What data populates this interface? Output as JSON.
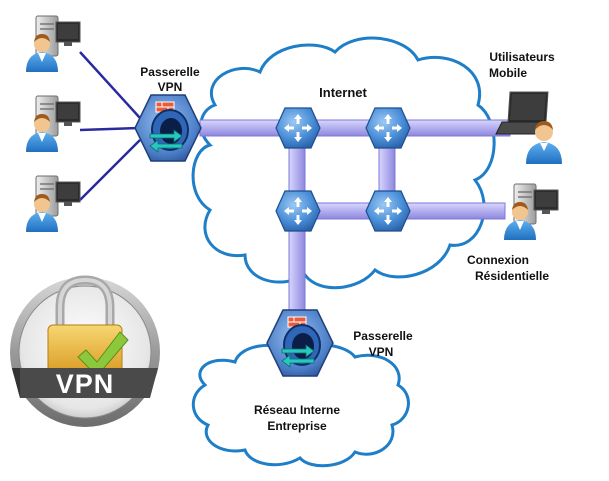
{
  "labels": {
    "gateway_top_line1": "Passerelle",
    "gateway_top_line2": "VPN",
    "internet": "Internet",
    "mobile_line1": "Utilisateurs",
    "mobile_line2": "Mobile",
    "residential_line1": "Connexion",
    "residential_line2": "Résidentielle",
    "gateway_bottom_line1": "Passerelle",
    "gateway_bottom_line2": "VPN",
    "lan_line1": "Réseau Interne",
    "lan_line2": "Entreprise",
    "badge": "VPN"
  },
  "icons": {
    "user_workstation": "user-workstation-icon",
    "router": "router-icon",
    "gateway": "vpn-gateway-icon",
    "laptop_user": "laptop-user-icon",
    "padlock": "padlock-icon",
    "checkmark": "checkmark-icon"
  },
  "colors": {
    "tunnel": "#b8b4f0",
    "tunnel_edge": "#7e78d8",
    "link": "#2a2aa0",
    "cloud_stroke": "#1e7ec8",
    "router_fill": "#4a8fd8",
    "gateway_fill": "#4c7fc8",
    "badge_ring": "#9a9a9a",
    "lock_gold": "#e8b43c",
    "check_green": "#8cc83c"
  }
}
